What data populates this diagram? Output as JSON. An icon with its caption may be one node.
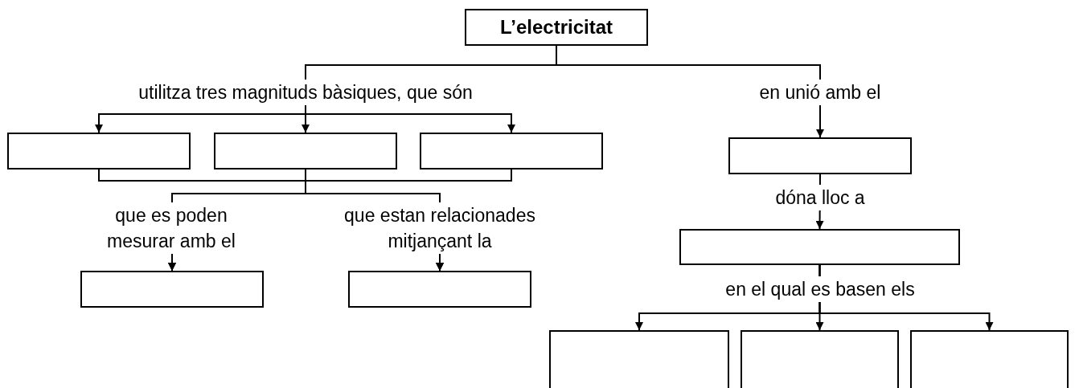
{
  "diagram": {
    "nodes": [
      {
        "text": [
          "L’electricitat"
        ]
      },
      {
        "text": [],
        "shape": "box"
      },
      {
        "text": [],
        "shape": "box"
      },
      {
        "text": [],
        "shape": "box"
      },
      {
        "text": [],
        "shape": "box"
      },
      {
        "text": [],
        "shape": "box"
      },
      {
        "text": [],
        "shape": "box"
      },
      {
        "text": [],
        "shape": "box"
      },
      {
        "text": [],
        "shape": "box"
      },
      {
        "text": [],
        "shape": "box"
      },
      {
        "text": [],
        "shape": "box"
      }
    ],
    "edges": [
      {
        "from": 0,
        "to": 1,
        "arrow": "to"
      },
      {
        "from": 0,
        "to": 2,
        "arrow": "to",
        "label": "utilitza tres magnituds bàsiques, que són"
      },
      {
        "from": 0,
        "to": 3,
        "arrow": "to"
      },
      {
        "from": 0,
        "to": 6,
        "arrow": "to",
        "label": "en unió amb el"
      },
      {
        "from": 1,
        "to": 4,
        "arrow": "to"
      },
      {
        "from": 1,
        "to": 5,
        "arrow": "to"
      },
      {
        "from": 2,
        "to": 4,
        "arrow": "to",
        "label": "que es poden mesurar amb el"
      },
      {
        "from": 2,
        "to": 5,
        "arrow": "to",
        "label": "que estan relacionades mitjançant la"
      },
      {
        "from": 3,
        "to": 4,
        "arrow": "to"
      },
      {
        "from": 3,
        "to": 5,
        "arrow": "to"
      },
      {
        "from": 6,
        "to": 7,
        "arrow": "to",
        "label": "dóna lloc a"
      },
      {
        "from": 7,
        "to": 8,
        "arrow": "to"
      },
      {
        "from": 7,
        "to": 9,
        "arrow": "to",
        "label": "en el qual es basen els"
      },
      {
        "from": 7,
        "to": 10,
        "arrow": "to"
      }
    ]
  }
}
